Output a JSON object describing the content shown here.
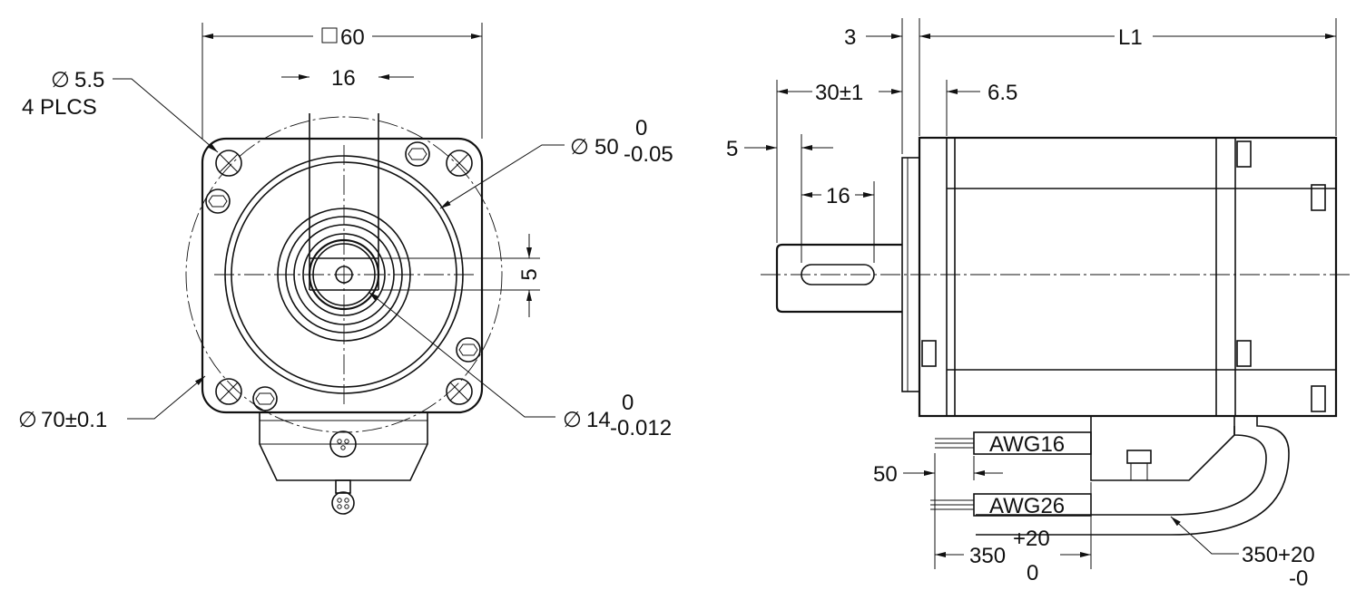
{
  "front_view": {
    "square_label": "60",
    "key_width_label": "16",
    "mount_hole_dia": "5.5",
    "mount_hole_count": "4 PLCS",
    "pilot_dia_value": "50",
    "pilot_tol_upper": "0",
    "pilot_tol_lower": "-0.05",
    "keyway_depth_label": "5",
    "bolt_circle_label": "70±0.1",
    "shaft_dia_value": "14",
    "shaft_tol_upper": "0",
    "shaft_tol_lower": "-0.012"
  },
  "side_view": {
    "flange_thickness": "3",
    "body_length": "L1",
    "shaft_length": "30±1",
    "pilot_depth": "6.5",
    "key_offset": "5",
    "key_length": "16",
    "wire_upper_gauge": "AWG16",
    "wire_lower_gauge": "AWG26",
    "strip_length": "50",
    "lead_length_value": "350",
    "lead_length_tol_upper": "+20",
    "lead_length_tol_lower": "0",
    "cable_length_label": "350+20",
    "cable_length_tol": "-0"
  },
  "symbols": {
    "diameter": "∅"
  }
}
